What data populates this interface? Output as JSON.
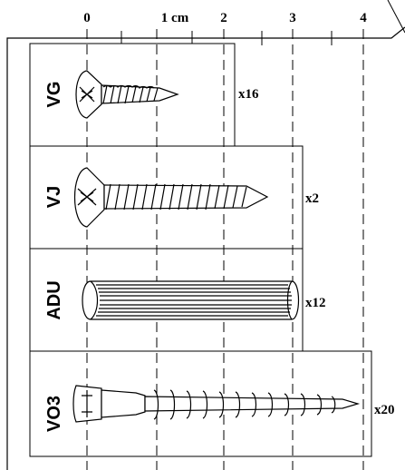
{
  "ruler": {
    "ticks": [
      {
        "label": "0",
        "value_cm": 0
      },
      {
        "label": "1 cm",
        "value_cm": 1
      },
      {
        "label": "2",
        "value_cm": 2
      },
      {
        "label": "3",
        "value_cm": 3
      },
      {
        "label": "4",
        "value_cm": 4
      }
    ]
  },
  "parts": [
    {
      "code": "VG",
      "quantity": "x16",
      "icon": "countersunk-wood-screw-short"
    },
    {
      "code": "VJ",
      "quantity": "x2",
      "icon": "countersunk-wood-screw-long"
    },
    {
      "code": "ADU",
      "quantity": "x12",
      "icon": "wooden-dowel"
    },
    {
      "code": "VO3",
      "quantity": "x20",
      "icon": "confirmat-screw"
    }
  ]
}
